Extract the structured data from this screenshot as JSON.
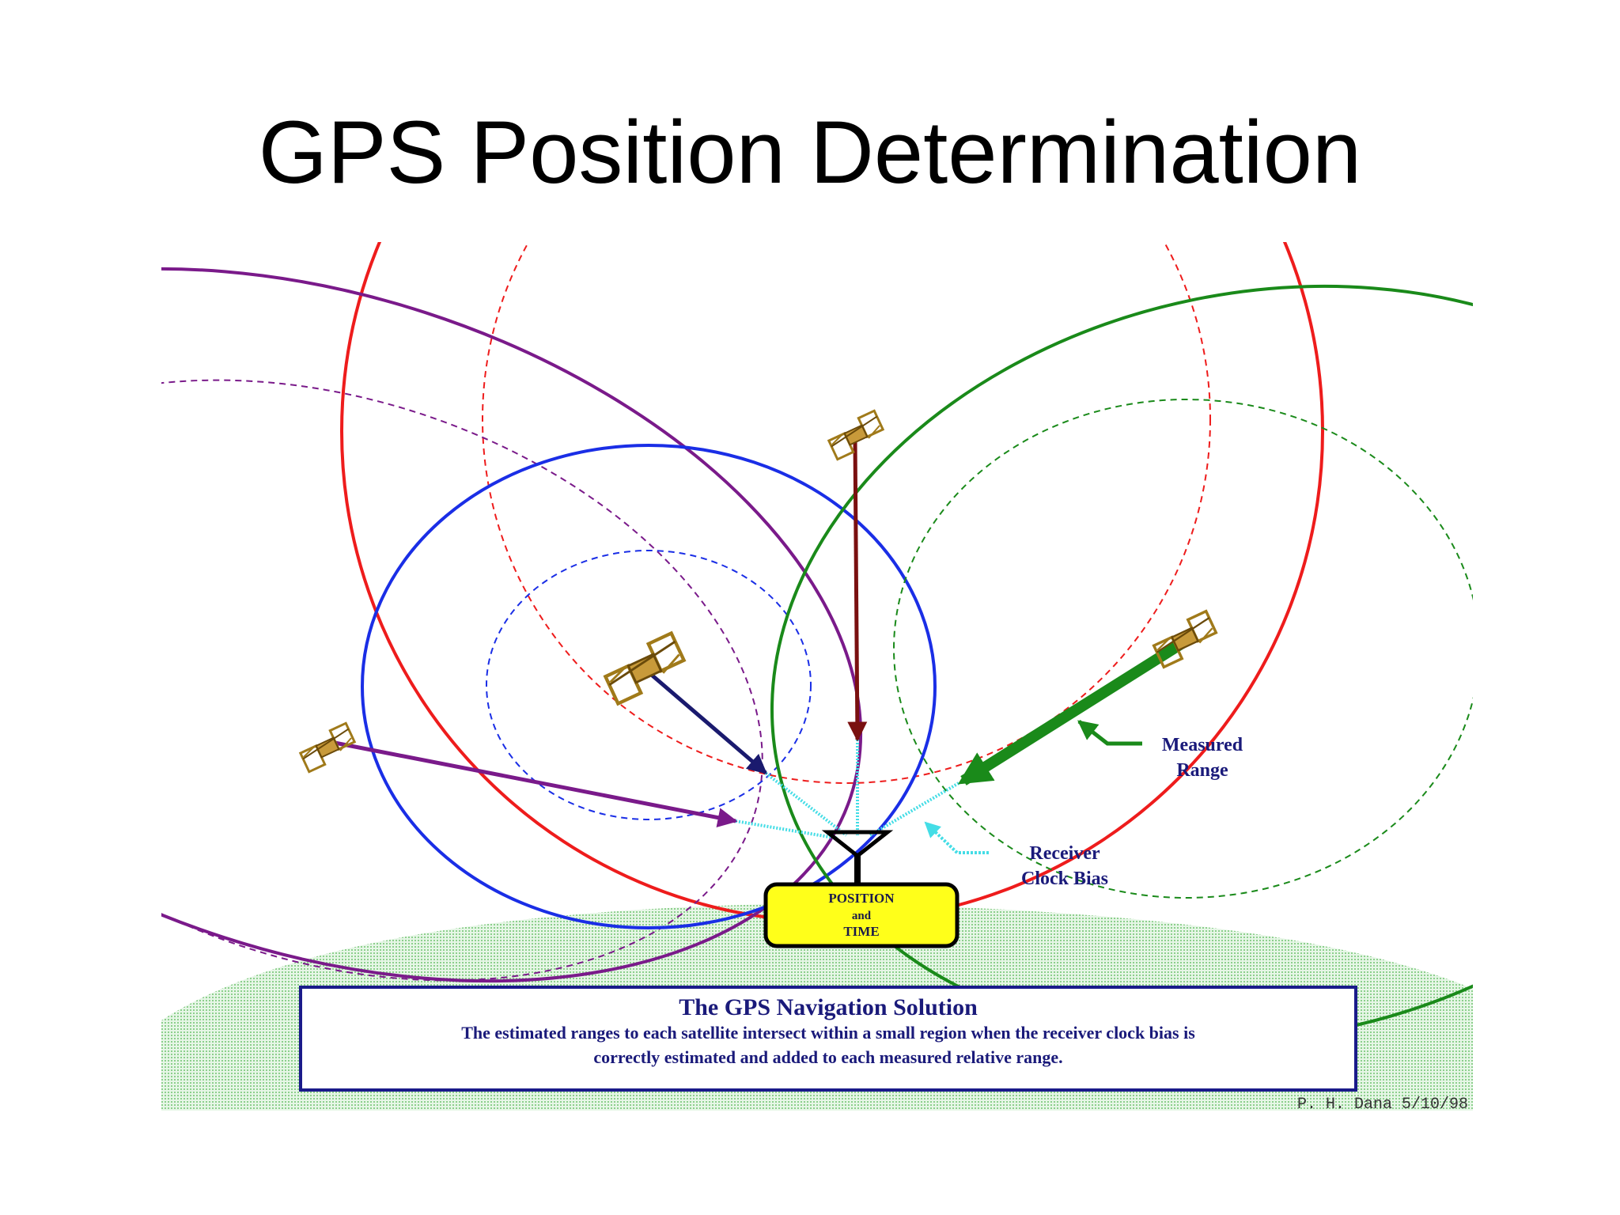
{
  "slide": {
    "title": "GPS Position Determination"
  },
  "labels": {
    "measured_range_line1": "Measured",
    "measured_range_line2": "Range",
    "clock_bias_line1": "Receiver",
    "clock_bias_line2": "Clock Bias",
    "position_line1": "POSITION",
    "position_line2": "and",
    "position_line3": "TIME"
  },
  "caption": {
    "heading": "The GPS Navigation Solution",
    "line1": "The estimated ranges to each satellite intersect within a small region when the receiver clock bias is",
    "line2": "correctly estimated and added to each measured relative range."
  },
  "credit": "P. H. Dana 5/10/98",
  "satellite_colors": {
    "red": "#ee1c1c",
    "purple": "#7a1a8a",
    "blue": "#1a2ee6",
    "green": "#1a8a1a"
  },
  "accent": {
    "clock_bias": "#44dde6",
    "ground": "#8ccf8c",
    "position_box": "#ffff1a",
    "caption_border": "#1a1a8a",
    "label_text": "#1a1a7a",
    "satellite": "#a07a1a"
  }
}
